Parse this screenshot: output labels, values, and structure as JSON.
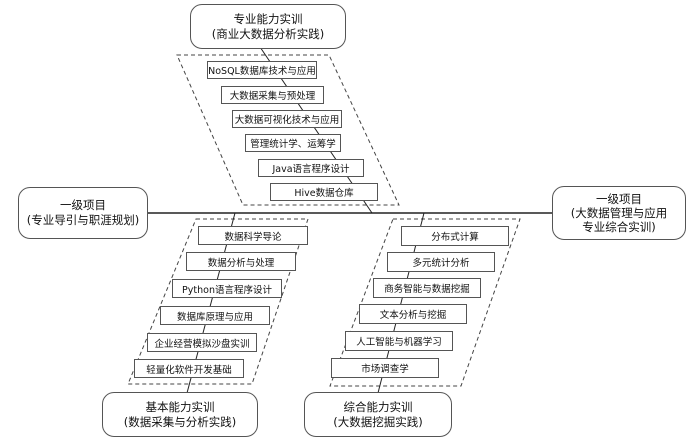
{
  "top_box": {
    "line1": "专业能力实训",
    "line2": "(商业大数据分析实践)"
  },
  "left_box": {
    "line1": "一级项目",
    "line2": "(专业导引与职涯规划)"
  },
  "right_box": {
    "line1": "一级项目",
    "line2": "(大数据管理与应用",
    "line3": "专业综合实训)"
  },
  "bottom_left_box": {
    "line1": "基本能力实训",
    "line2": "(数据采集与分析实践)"
  },
  "bottom_right_box": {
    "line1": "综合能力实训",
    "line2": "(大数据挖掘实践)"
  },
  "top_courses": [
    "NoSQL数据库技术与应用",
    "大数据采集与预处理",
    "大数据可视化技术与应用",
    "管理统计学、运筹学",
    "Java语言程序设计",
    "Hive数据仓库"
  ],
  "bottom_left_courses": [
    "数据科学导论",
    "数据分析与处理",
    "Python语言程序设计",
    "数据库原理与应用",
    "企业经营模拟沙盘实训",
    "轻量化软件开发基础"
  ],
  "bottom_right_courses": [
    "分布式计算",
    "多元统计分析",
    "商务智能与数据挖掘",
    "文本分析与挖掘",
    "人工智能与机器学习",
    "市场调查学"
  ]
}
